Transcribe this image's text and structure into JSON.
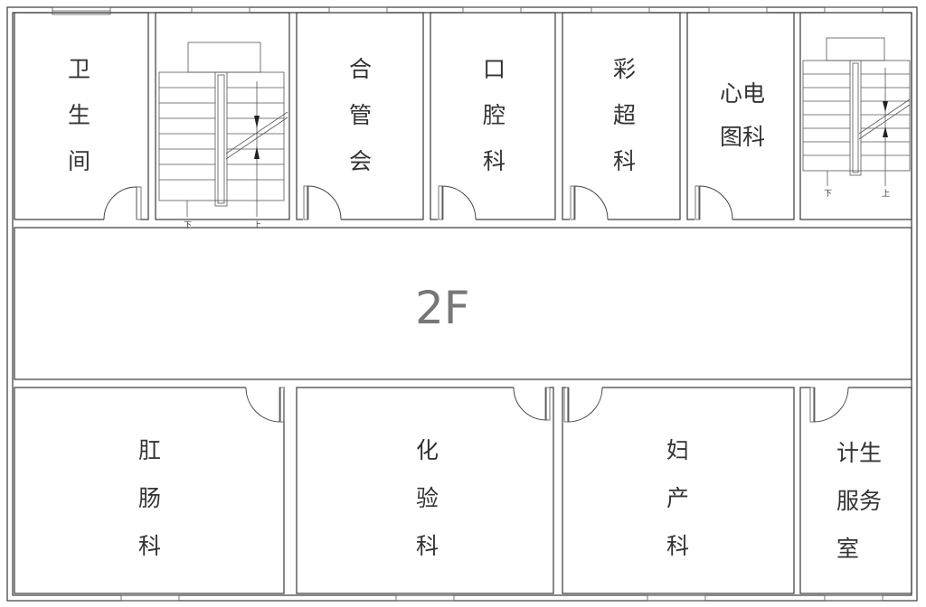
{
  "floor_label": "2F",
  "rooms": {
    "restroom": [
      "卫",
      "生",
      "间"
    ],
    "meeting": [
      "合",
      "管",
      "会"
    ],
    "dental": [
      "口",
      "腔",
      "科"
    ],
    "ultrasound": [
      "彩",
      "超",
      "科"
    ],
    "ecg": [
      "心电",
      "图科"
    ],
    "proctology": [
      "肛",
      "肠",
      "科"
    ],
    "lab": [
      "化",
      "验",
      "科"
    ],
    "gynecology": [
      "妇",
      "产",
      "科"
    ],
    "family_planning": [
      "计生",
      "服务",
      "室"
    ]
  },
  "stairs": {
    "left": {
      "down": "下",
      "up": "上"
    },
    "right": {
      "down": "下",
      "up": "上"
    }
  }
}
